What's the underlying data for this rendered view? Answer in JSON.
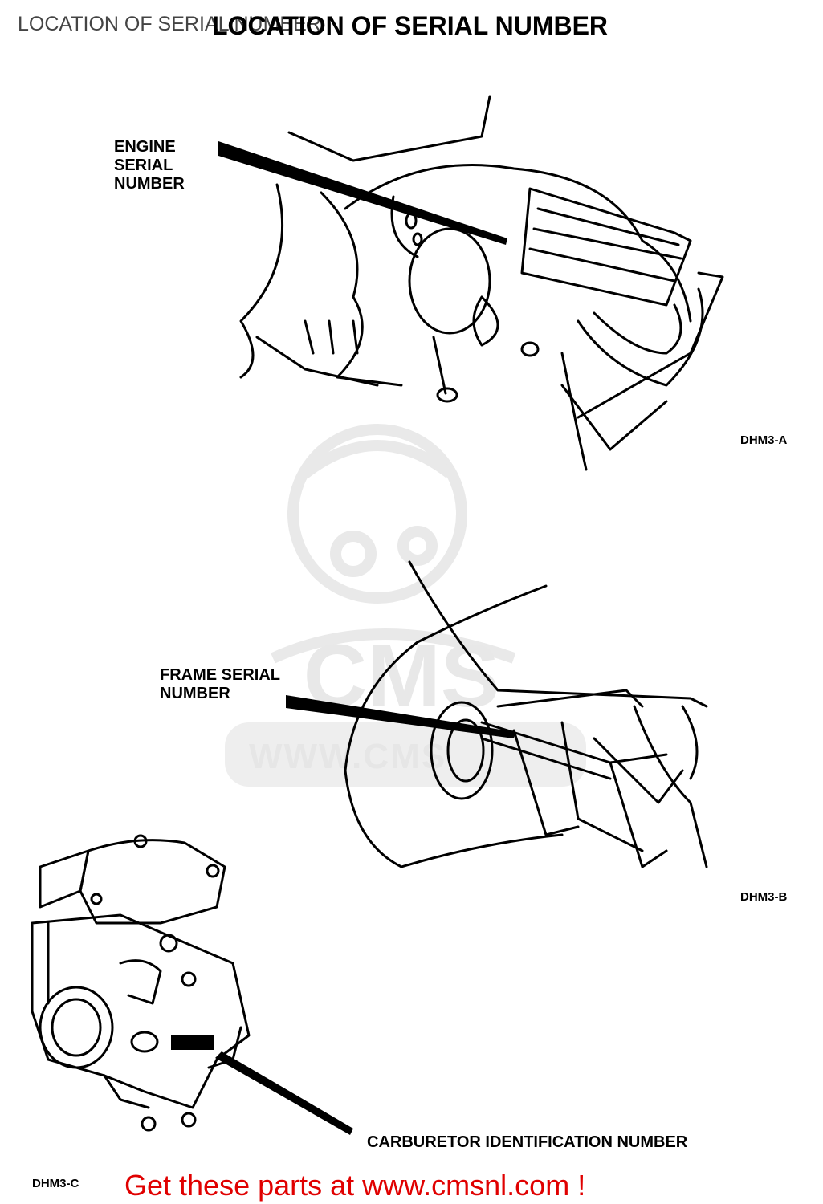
{
  "caption_title": "LOCATION OF SERIAL NUMBER",
  "main_title": "LOCATION OF SERIAL NUMBER",
  "figures": {
    "a": {
      "callout": "ENGINE SERIAL NUMBER",
      "id": "DHM3-A"
    },
    "b": {
      "callout": "FRAME SERIAL NUMBER",
      "id": "DHM3-B"
    },
    "c": {
      "callout": "CARBURETOR IDENTIFICATION NUMBER",
      "id": "DHM3-C"
    }
  },
  "watermark": {
    "text": "WWW.CMS"
  },
  "footer": "Get these parts at www.cmsnl.com !",
  "colors": {
    "footer": "#e00000",
    "ink": "#000000",
    "watermark": "#e6e6e6"
  }
}
